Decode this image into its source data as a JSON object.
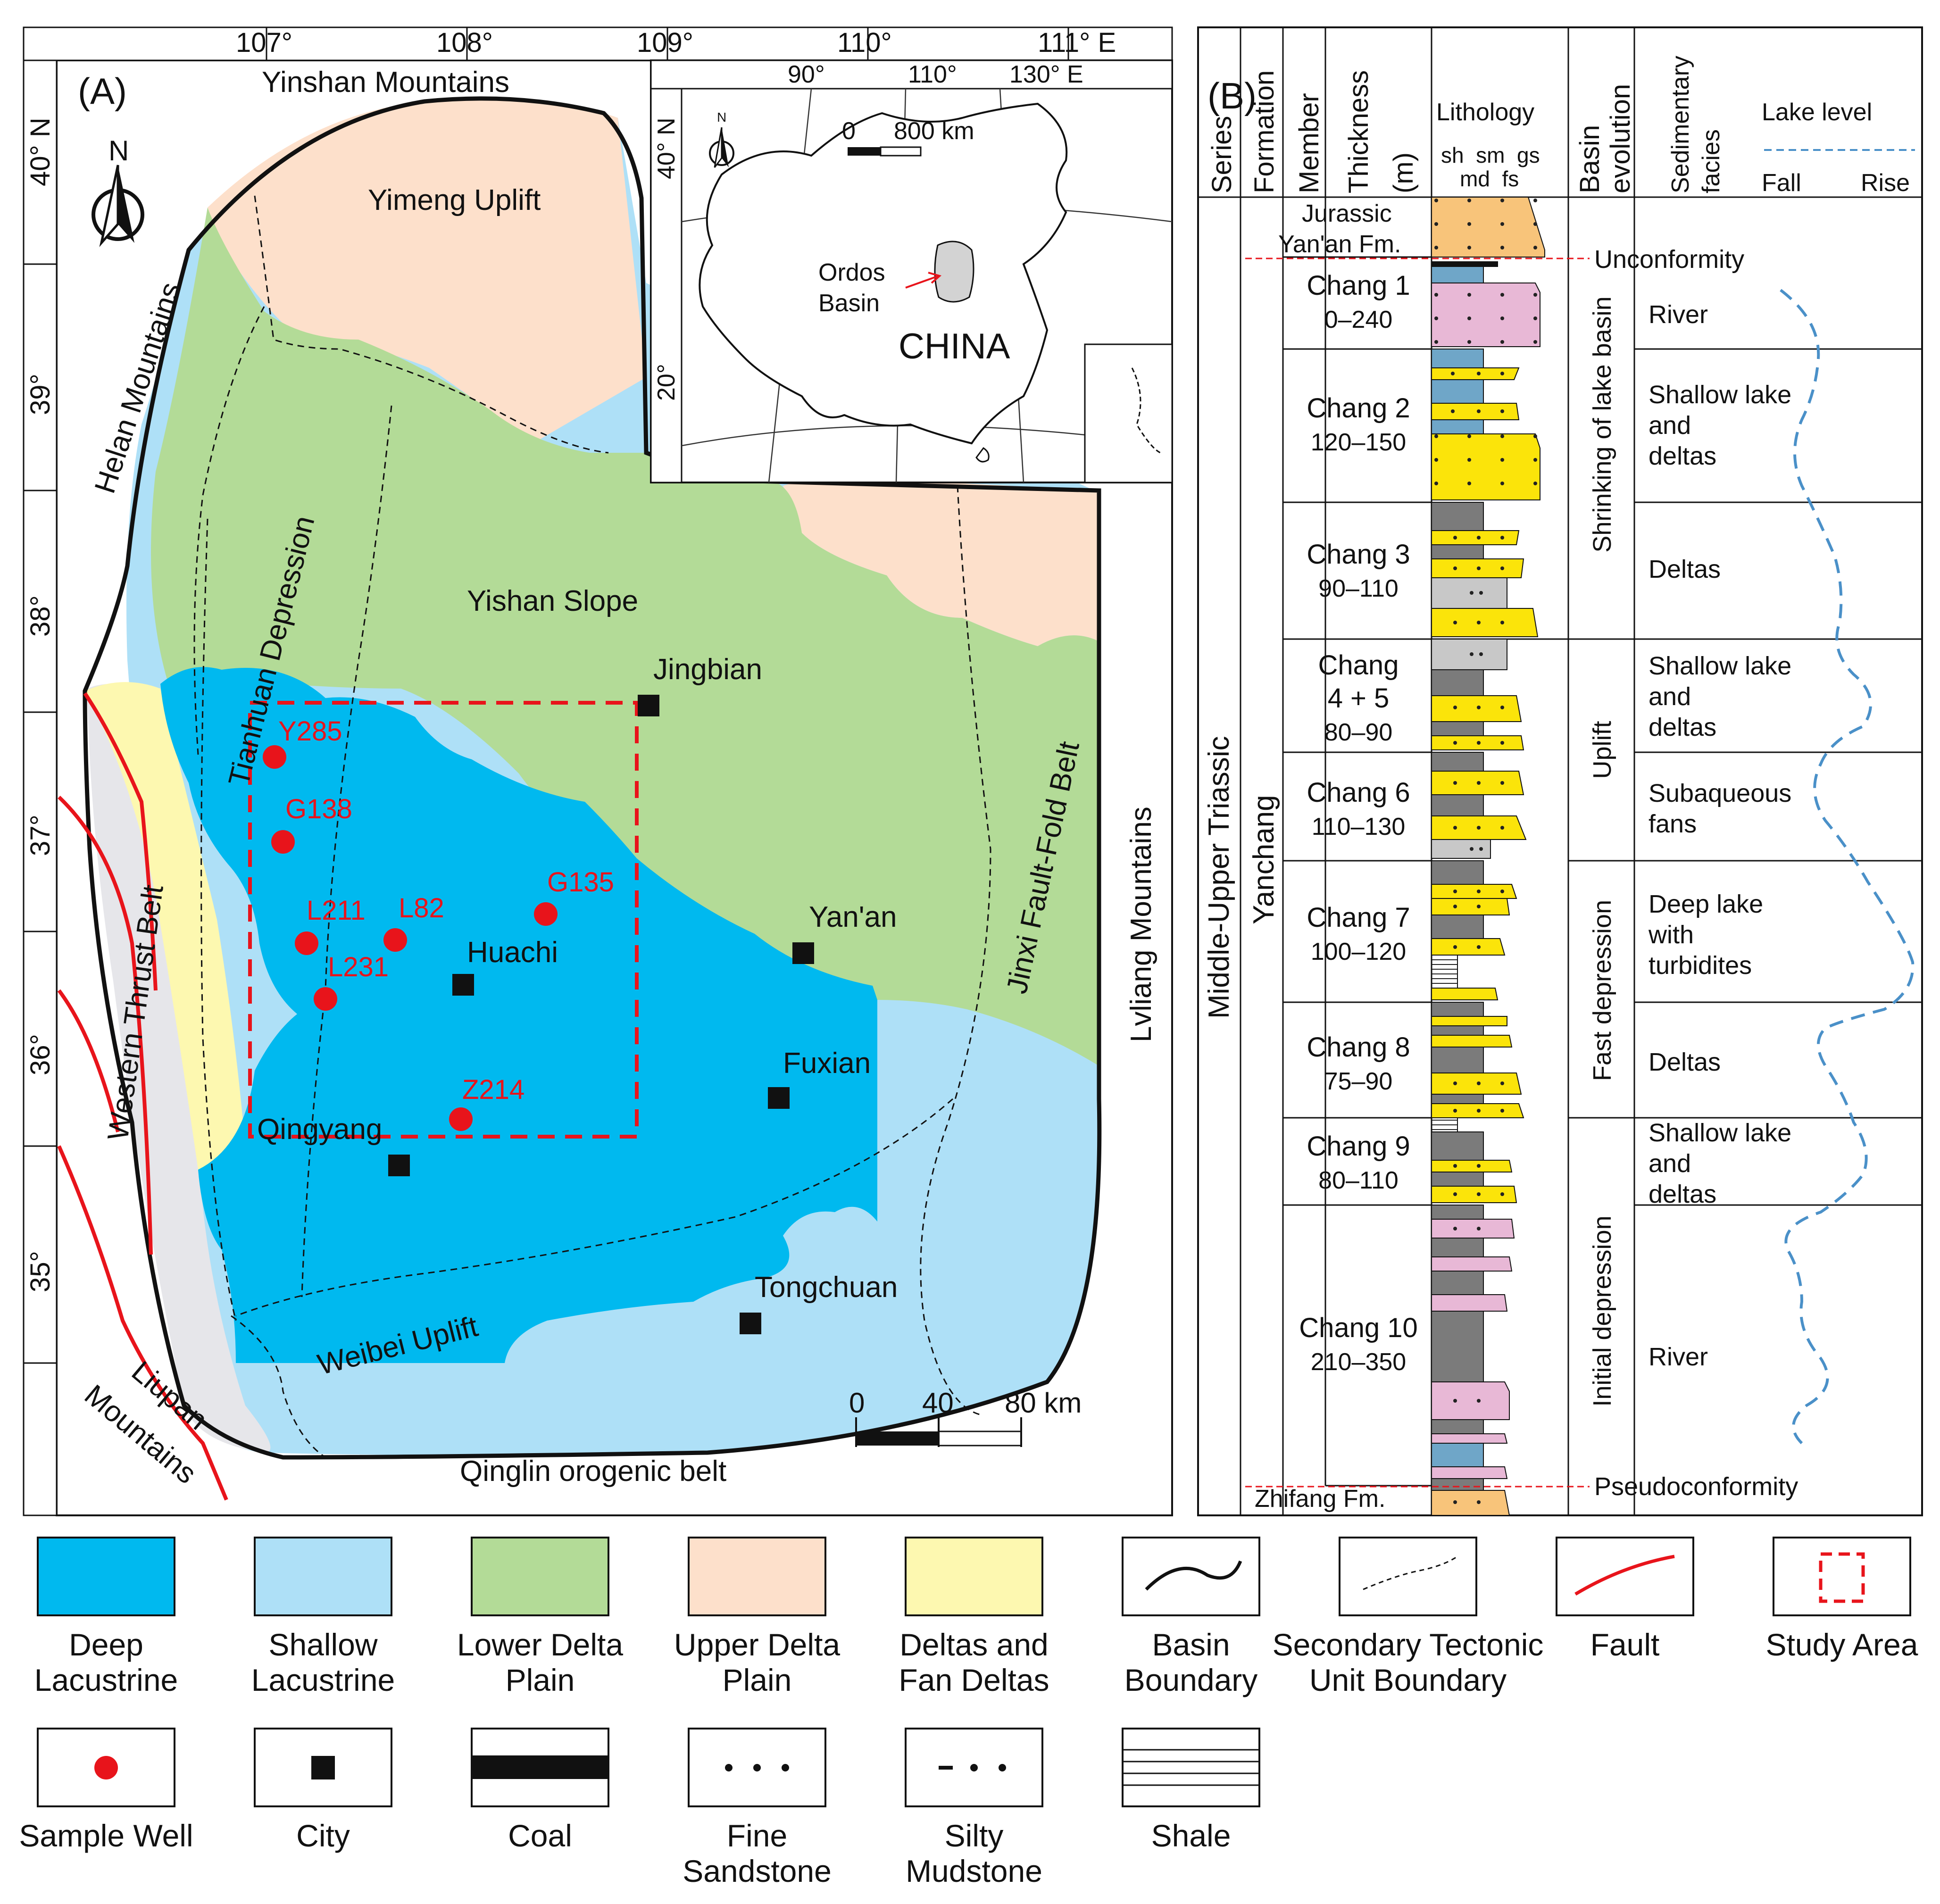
{
  "panel_a": {
    "label": "(A)",
    "lon_labels": [
      "107°",
      "108°",
      "109°",
      "110°",
      "111° E"
    ],
    "lat_labels": [
      "40° N",
      "39°",
      "38°",
      "37°",
      "36°",
      "35°"
    ],
    "north": "N",
    "regions": {
      "yinshan": "Yinshan Mountains",
      "yimeng": "Yimeng Uplift",
      "helan": "Helan Mountains",
      "tianhuan": "Tianhuan Depression",
      "yishan": "Yishan Slope",
      "jinxi": "Jinxi Fault-Fold Belt",
      "lvliang": "Lvliang Mountains",
      "western": "Western Thrust Belt",
      "weibei": "Weibei Uplift",
      "liupan1": "Liupan",
      "liupan2": "Mountains",
      "qinling": "Qinglin orogenic belt"
    },
    "cities": [
      "Jingbian",
      "Yan'an",
      "Huachi",
      "Fuxian",
      "Qingyang",
      "Tongchuan"
    ],
    "wells": [
      "Y285",
      "G138",
      "L211",
      "L82",
      "G135",
      "L231",
      "Z214"
    ],
    "scale": {
      "ticks": [
        "0",
        "40",
        "80 km"
      ]
    },
    "inset": {
      "lon_labels": [
        "90°",
        "110°",
        "130° E"
      ],
      "lat_labels": [
        "40° N",
        "20°"
      ],
      "north": "N",
      "scale": [
        "0",
        "800 km"
      ],
      "basin_label_1": "Ordos",
      "basin_label_2": "Basin",
      "country": "CHINA"
    }
  },
  "panel_b": {
    "label": "(B)",
    "headers": {
      "series": "Series",
      "formation": "Formation",
      "member": "Member",
      "thickness_1": "Thickness",
      "thickness_2": "(m)",
      "lithology": "Lithology",
      "lith_top": "sh  sm  gs",
      "lith_bot": "md  fs",
      "basin_evolution_1": "Basin",
      "basin_evolution_2": "evolution",
      "facies_1": "Sedimentary",
      "facies_2": "facies",
      "lake_level": "Lake level",
      "fall": "Fall",
      "rise": "Rise"
    },
    "series_text": "Middle-Upper Triassic",
    "formation_text": "Yanchang",
    "top_unit": [
      "Jurassic",
      "Yan'an Fm."
    ],
    "bottom_unit": "Zhifang Fm.",
    "unconformity": "Unconformity",
    "pseudoconformity": "Pseudoconformity",
    "members": [
      {
        "name": "Chang 1",
        "thickness": "0–240"
      },
      {
        "name": "Chang 2",
        "thickness": "120–150"
      },
      {
        "name": "Chang 3",
        "thickness": "90–110"
      },
      {
        "name": "Chang",
        "name2": "4 + 5",
        "thickness": "80–90"
      },
      {
        "name": "Chang 6",
        "thickness": "110–130"
      },
      {
        "name": "Chang 7",
        "thickness": "100–120"
      },
      {
        "name": "Chang 8",
        "thickness": "75–90"
      },
      {
        "name": "Chang 9",
        "thickness": "80–110"
      },
      {
        "name": "Chang 10",
        "thickness": "210–350"
      }
    ],
    "evolution": [
      "Shrinking of lake basin",
      "Uplift",
      "Fast depression",
      "Initial depression"
    ],
    "facies": [
      [
        "River"
      ],
      [
        "Shallow lake",
        "and",
        "deltas"
      ],
      [
        "Deltas"
      ],
      [
        "Shallow lake",
        "and",
        "deltas"
      ],
      [
        "Subaqueous",
        "fans"
      ],
      [
        "Deep lake",
        "with",
        "turbidites"
      ],
      [
        "Deltas"
      ],
      [
        "Shallow lake",
        "and",
        "deltas"
      ],
      [
        "River"
      ]
    ]
  },
  "legend": [
    {
      "line1": "Deep",
      "line2": "Lacustrine",
      "color": "#00b9ef"
    },
    {
      "line1": "Shallow",
      "line2": "Lacustrine",
      "color": "#aee0f7"
    },
    {
      "line1": "Lower Delta",
      "line2": "Plain",
      "color": "#b3db97"
    },
    {
      "line1": "Upper Delta",
      "line2": "Plain",
      "color": "#fde0cb"
    },
    {
      "line1": "Deltas and",
      "line2": "Fan Deltas",
      "color": "#fdf8b0"
    },
    {
      "line1": "Basin",
      "line2": "Boundary"
    },
    {
      "line1": "Secondary Tectonic",
      "line2": "Unit Boundary"
    },
    {
      "line1": "Fault",
      "line2": ""
    },
    {
      "line1": "Study Area",
      "line2": ""
    },
    {
      "line1": "Sample Well",
      "line2": ""
    },
    {
      "line1": "City",
      "line2": ""
    },
    {
      "line1": "Coal",
      "line2": ""
    },
    {
      "line1": "Fine",
      "line2": "Sandstone"
    },
    {
      "line1": "Silty",
      "line2": "Mudstone"
    },
    {
      "line1": "Shale",
      "line2": ""
    }
  ]
}
